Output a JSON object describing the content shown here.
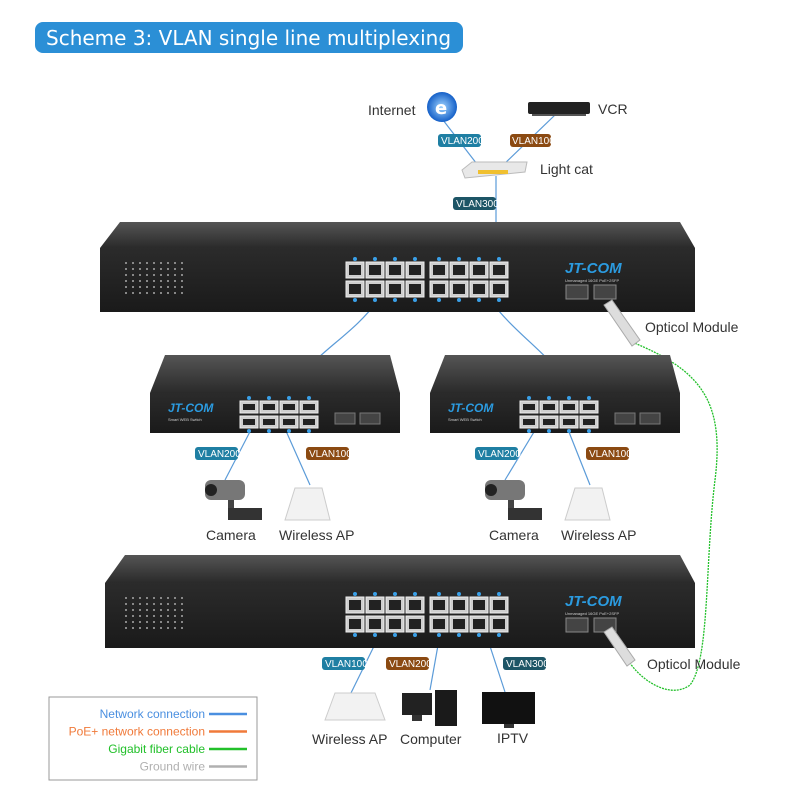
{
  "title": "Scheme 3: VLAN single line multiplexing",
  "colors": {
    "title_bg": "#2b8fd6",
    "vlan200": "#1f7fa3",
    "vlan100": "#8b4a12",
    "vlan300": "#1d5566",
    "network": "#4a8fe0",
    "poe": "#f07a3a",
    "fiber": "#22c02a",
    "ground": "#b0b0b0"
  },
  "top": {
    "internet": "Internet",
    "vcr": "VCR",
    "light_cat": "Light cat",
    "vlan_internet": "VLAN200",
    "vlan_vcr": "VLAN100",
    "vlan_uplink": "VLAN300"
  },
  "switch_main": {
    "brand": "JT-COM",
    "model": "Unmanaged 16GE PoE+2SFP",
    "module": "Opticol Module"
  },
  "switch_left": {
    "brand": "JT-COM",
    "model": "Smart WEB Switch",
    "vlan_a": "VLAN200",
    "vlan_b": "VLAN100",
    "dev_a": "Camera",
    "dev_b": "Wireless AP"
  },
  "switch_right": {
    "brand": "JT-COM",
    "model": "Smart WEB Switch",
    "vlan_a": "VLAN200",
    "vlan_b": "VLAN100",
    "dev_a": "Camera",
    "dev_b": "Wireless AP"
  },
  "switch_bottom": {
    "brand": "JT-COM",
    "model": "Unmanaged 16GE PoE+2SFP",
    "module": "Opticol Module",
    "vlan_a": "VLAN100",
    "vlan_b": "VLAN200",
    "vlan_c": "VLAN300",
    "dev_a": "Wireless AP",
    "dev_b": "Computer",
    "dev_c": "IPTV"
  },
  "legend": [
    {
      "label": "Network connection",
      "color": "#4a8fe0"
    },
    {
      "label": "PoE+ network connection",
      "color": "#f07a3a"
    },
    {
      "label": "Gigabit fiber cable",
      "color": "#22c02a"
    },
    {
      "label": "Ground wire",
      "color": "#b0b0b0"
    }
  ]
}
